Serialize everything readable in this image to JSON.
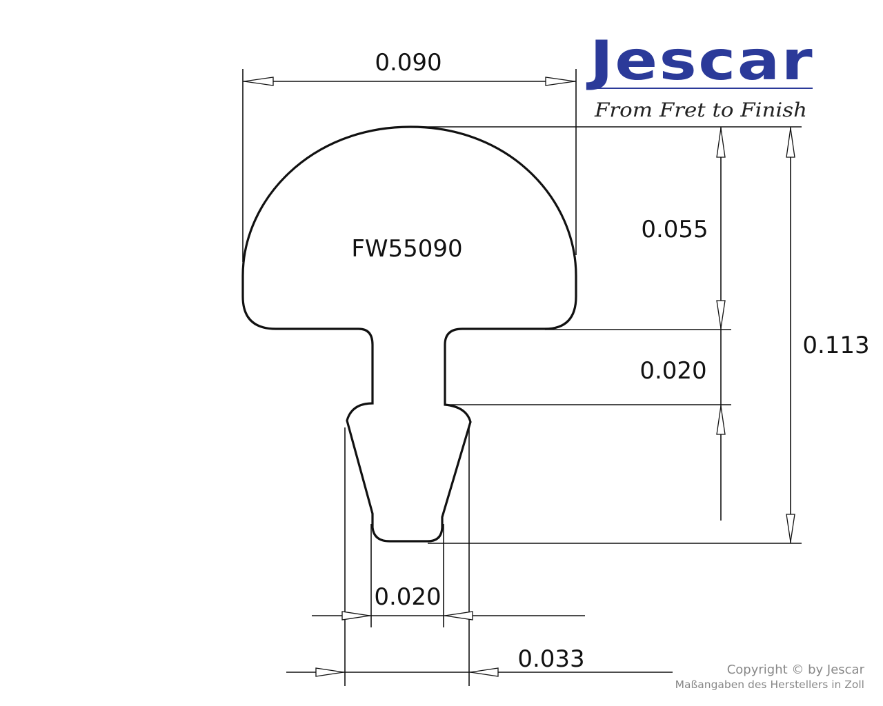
{
  "logo": {
    "brand": "Jescar",
    "tagline": "From Fret to Finish",
    "color": "#2b3a99"
  },
  "part_number": "FW55090",
  "dimensions": {
    "crown_width": "0.090",
    "crown_height": "0.055",
    "tang_neck_height": "0.020",
    "total_height": "0.113",
    "tang_width": "0.020",
    "barb_width": "0.033"
  },
  "footer": {
    "copyright": "Copyright © by Jescar",
    "note": "Maßangaben des Herstellers in Zoll"
  }
}
